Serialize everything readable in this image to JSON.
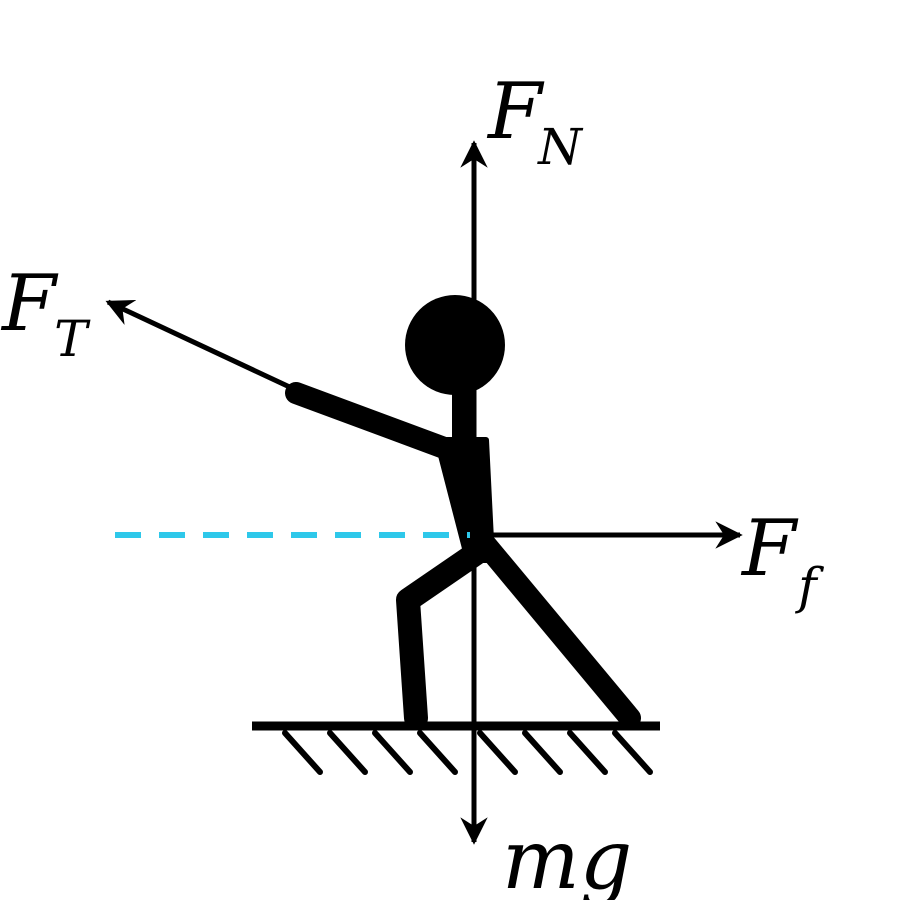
{
  "forces": {
    "normal": {
      "symbol": "F",
      "subscript": "N"
    },
    "tension": {
      "symbol": "F",
      "subscript": "T"
    },
    "friction": {
      "symbol": "F",
      "subscript": "f"
    },
    "weight": {
      "label": "mg"
    }
  },
  "colors": {
    "ink": "#000000",
    "reference_line": "#2ec8ea",
    "background": "#ffffff"
  }
}
